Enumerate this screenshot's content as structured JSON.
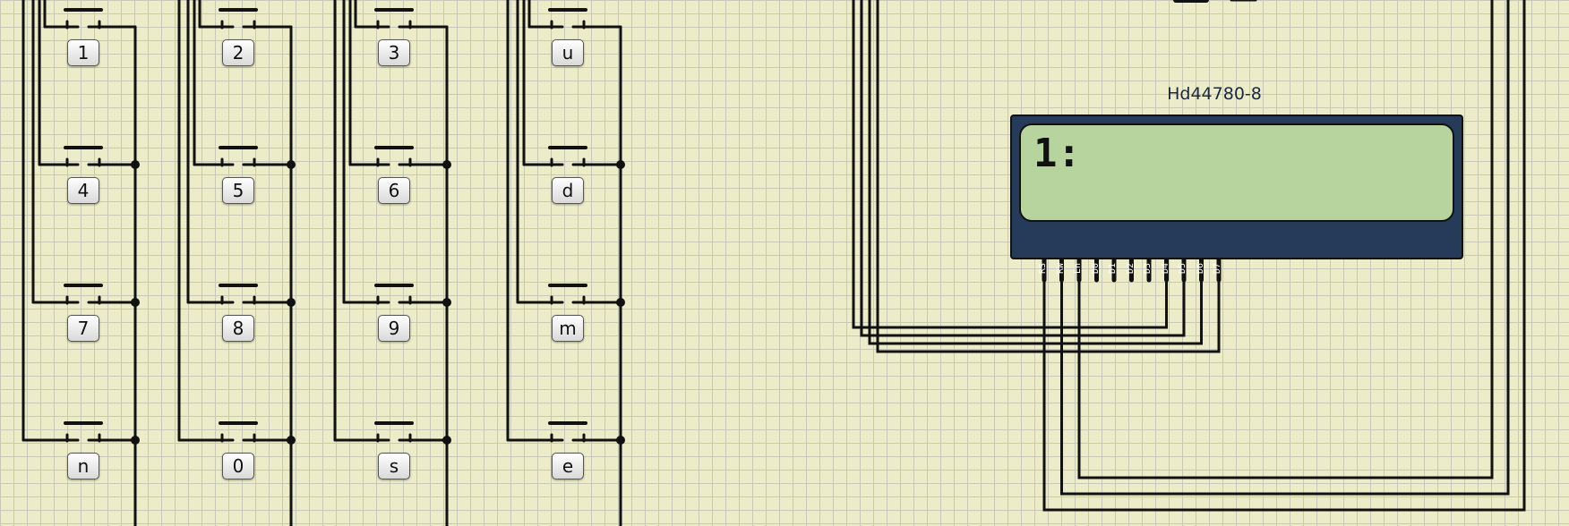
{
  "keypad": {
    "columns": [
      {
        "keys": [
          "1",
          "4",
          "7",
          "n"
        ]
      },
      {
        "keys": [
          "2",
          "5",
          "8",
          "0"
        ]
      },
      {
        "keys": [
          "3",
          "6",
          "9",
          "s"
        ]
      },
      {
        "keys": [
          "u",
          "d",
          "m",
          "e"
        ]
      }
    ]
  },
  "lcd": {
    "title": "Hd44780-8",
    "text": "1:",
    "pins": [
      "RS",
      "RW",
      "En",
      "D0",
      "D1",
      "D2",
      "D3",
      "D4",
      "D5",
      "D6",
      "D7"
    ]
  },
  "colors": {
    "wire": "#111111",
    "lcd_body": "#263a5a",
    "lcd_screen": "#b7d39e"
  }
}
